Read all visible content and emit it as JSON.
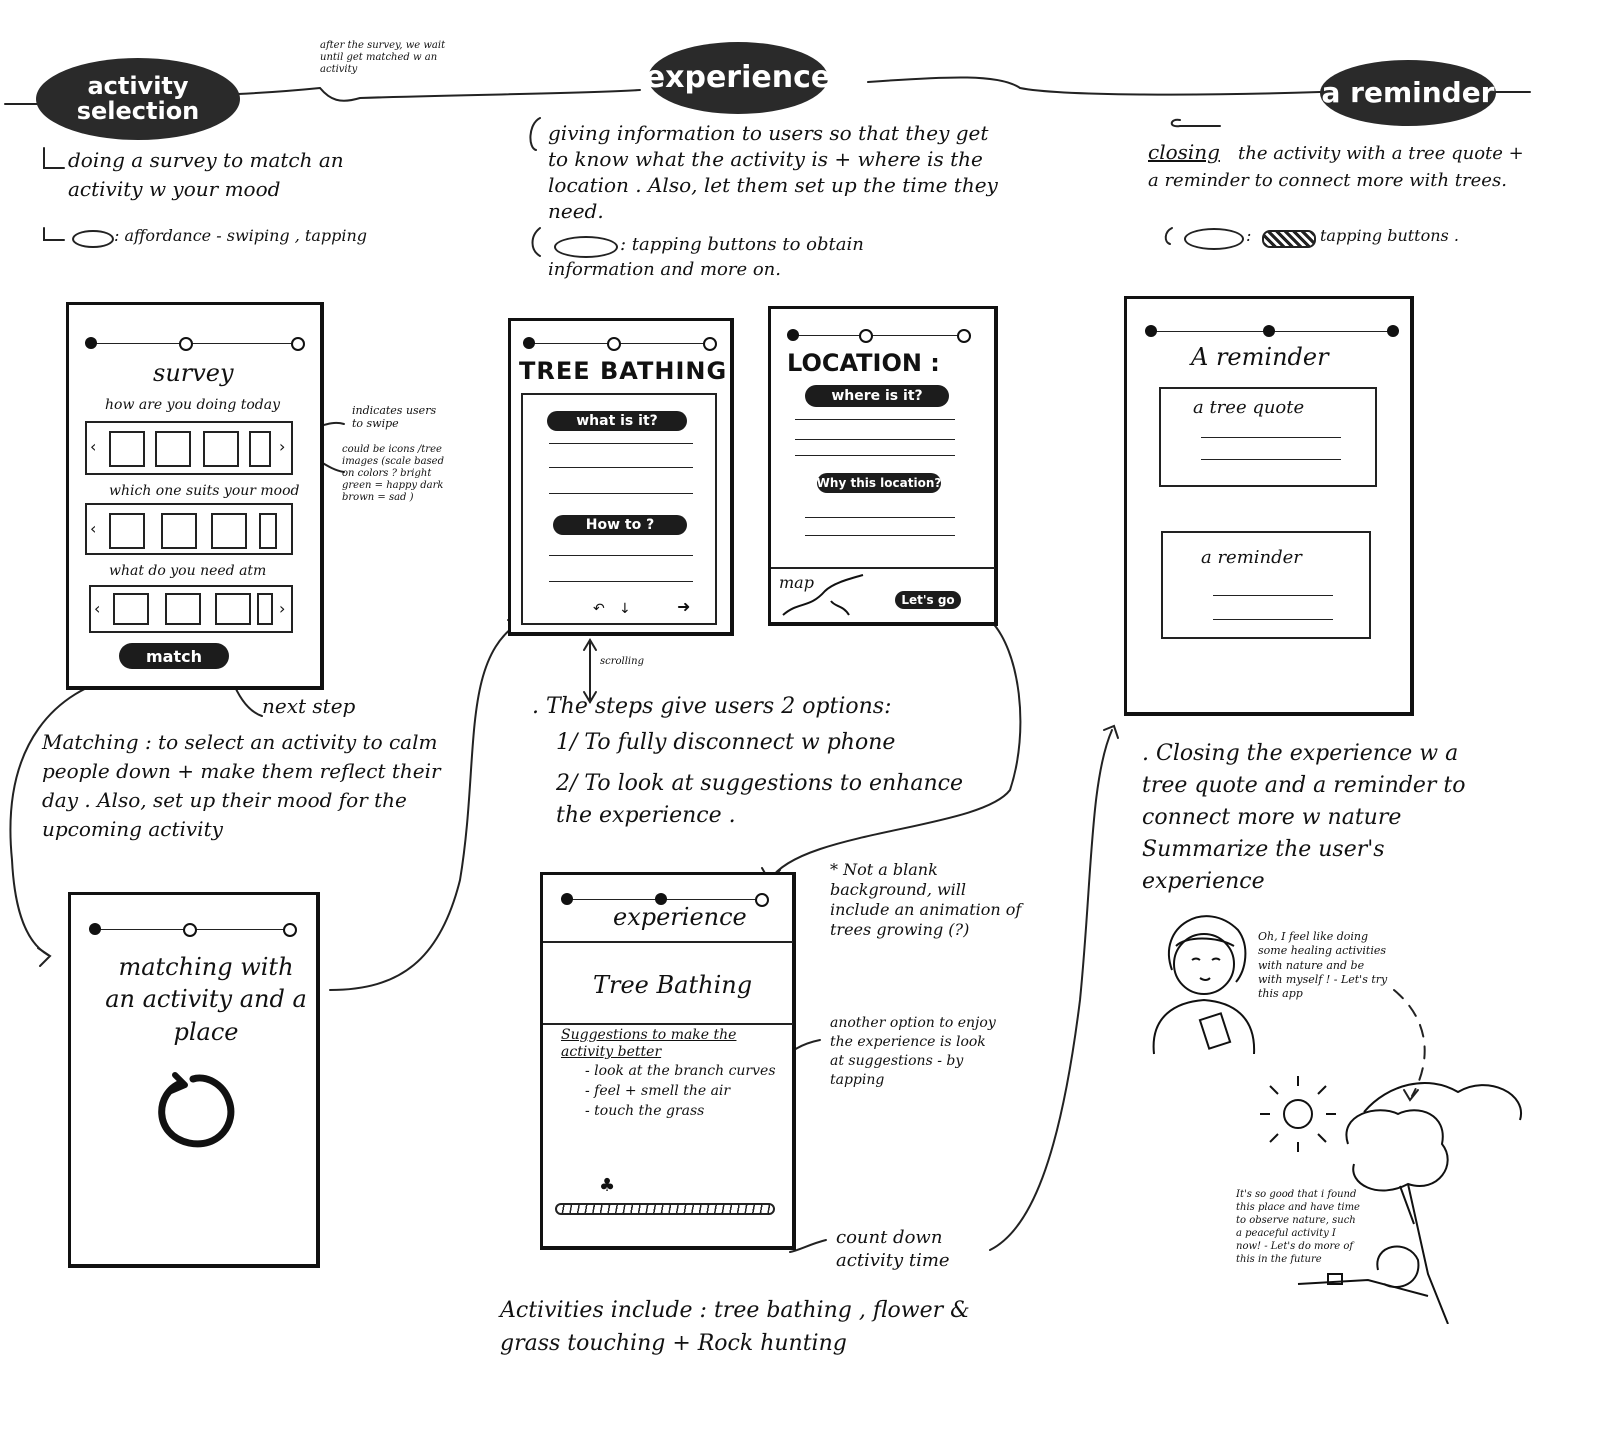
{
  "stages": {
    "activity_selection": "activity selection",
    "experience": "experience",
    "a_reminder": "a reminder"
  },
  "notes": {
    "after_survey": "after the survey, we wait until get matched w an activity",
    "survey_desc": "doing a survey to match an activity w your mood",
    "survey_affordance": ": affordance - swiping , tapping",
    "experience_desc": "giving information to users so that they get to know what the activity is + where is the location . Also, let them set up the time they need.",
    "experience_affordance": ": tapping buttons to obtain information and more on.",
    "reminder_desc_1": "closing",
    "reminder_desc_2": "the activity with a tree quote + a reminder to connect more with trees.",
    "reminder_affordance": ":",
    "reminder_affordance_2": "tapping buttons .",
    "indicates_swipe": "indicates users to swipe",
    "icons_note": "could be icons /tree images (scale based on colors ? bright green = happy dark brown = sad )",
    "next_step": "next step",
    "matching_desc": "Matching : to select an activity to calm people down + make them reflect their day . Also, set up their mood for the upcoming activity",
    "scrolling": "scrolling",
    "steps_intro": ". The steps give users 2 options:",
    "option1": "1/ To fully disconnect w phone",
    "option2": "2/ To look at suggestions to enhance the experience .",
    "not_blank": "* Not a blank background, will include an animation of trees growing (?)",
    "another_option": "another option to enjoy the experience is look at suggestions - by tapping",
    "countdown": "count down activity time",
    "activities_include": "Activities include : tree bathing , flower & grass touching + Rock hunting",
    "closing_desc": ". Closing the experience w a tree quote and a reminder to connect more w nature Summarize the user's experience",
    "speech1": "Oh, I feel like doing some healing activities with nature and be with myself ! - Let's try this app",
    "speech2": "It's so good that i found this place and have time to observe nature, such a peaceful activity I now! - Let's do more of this in the future"
  },
  "survey_screen": {
    "title": "survey",
    "q1": "how are you doing today",
    "q2": "which one suits your mood",
    "q3": "what do you need atm",
    "match_button": "match"
  },
  "matching_screen": {
    "text": "matching with an activity and a place"
  },
  "tree_screen": {
    "title": "TREE BATHING",
    "what_is_it": "what is it?",
    "how_to": "How to ?"
  },
  "location_screen": {
    "title": "LOCATION :",
    "where_is_it": "where is it?",
    "why_location": "Why this location?",
    "map": "map",
    "lets_go": "Let's go"
  },
  "experience_screen": {
    "title": "experience",
    "activity": "Tree Bathing",
    "suggestions_title": "Suggestions to make the activity better",
    "s1": "- look at the branch curves",
    "s2": "- feel + smell the air",
    "s3": "- touch the grass"
  },
  "reminder_screen": {
    "title": "A reminder",
    "quote_box": "a tree quote",
    "reminder_box": "a reminder"
  }
}
